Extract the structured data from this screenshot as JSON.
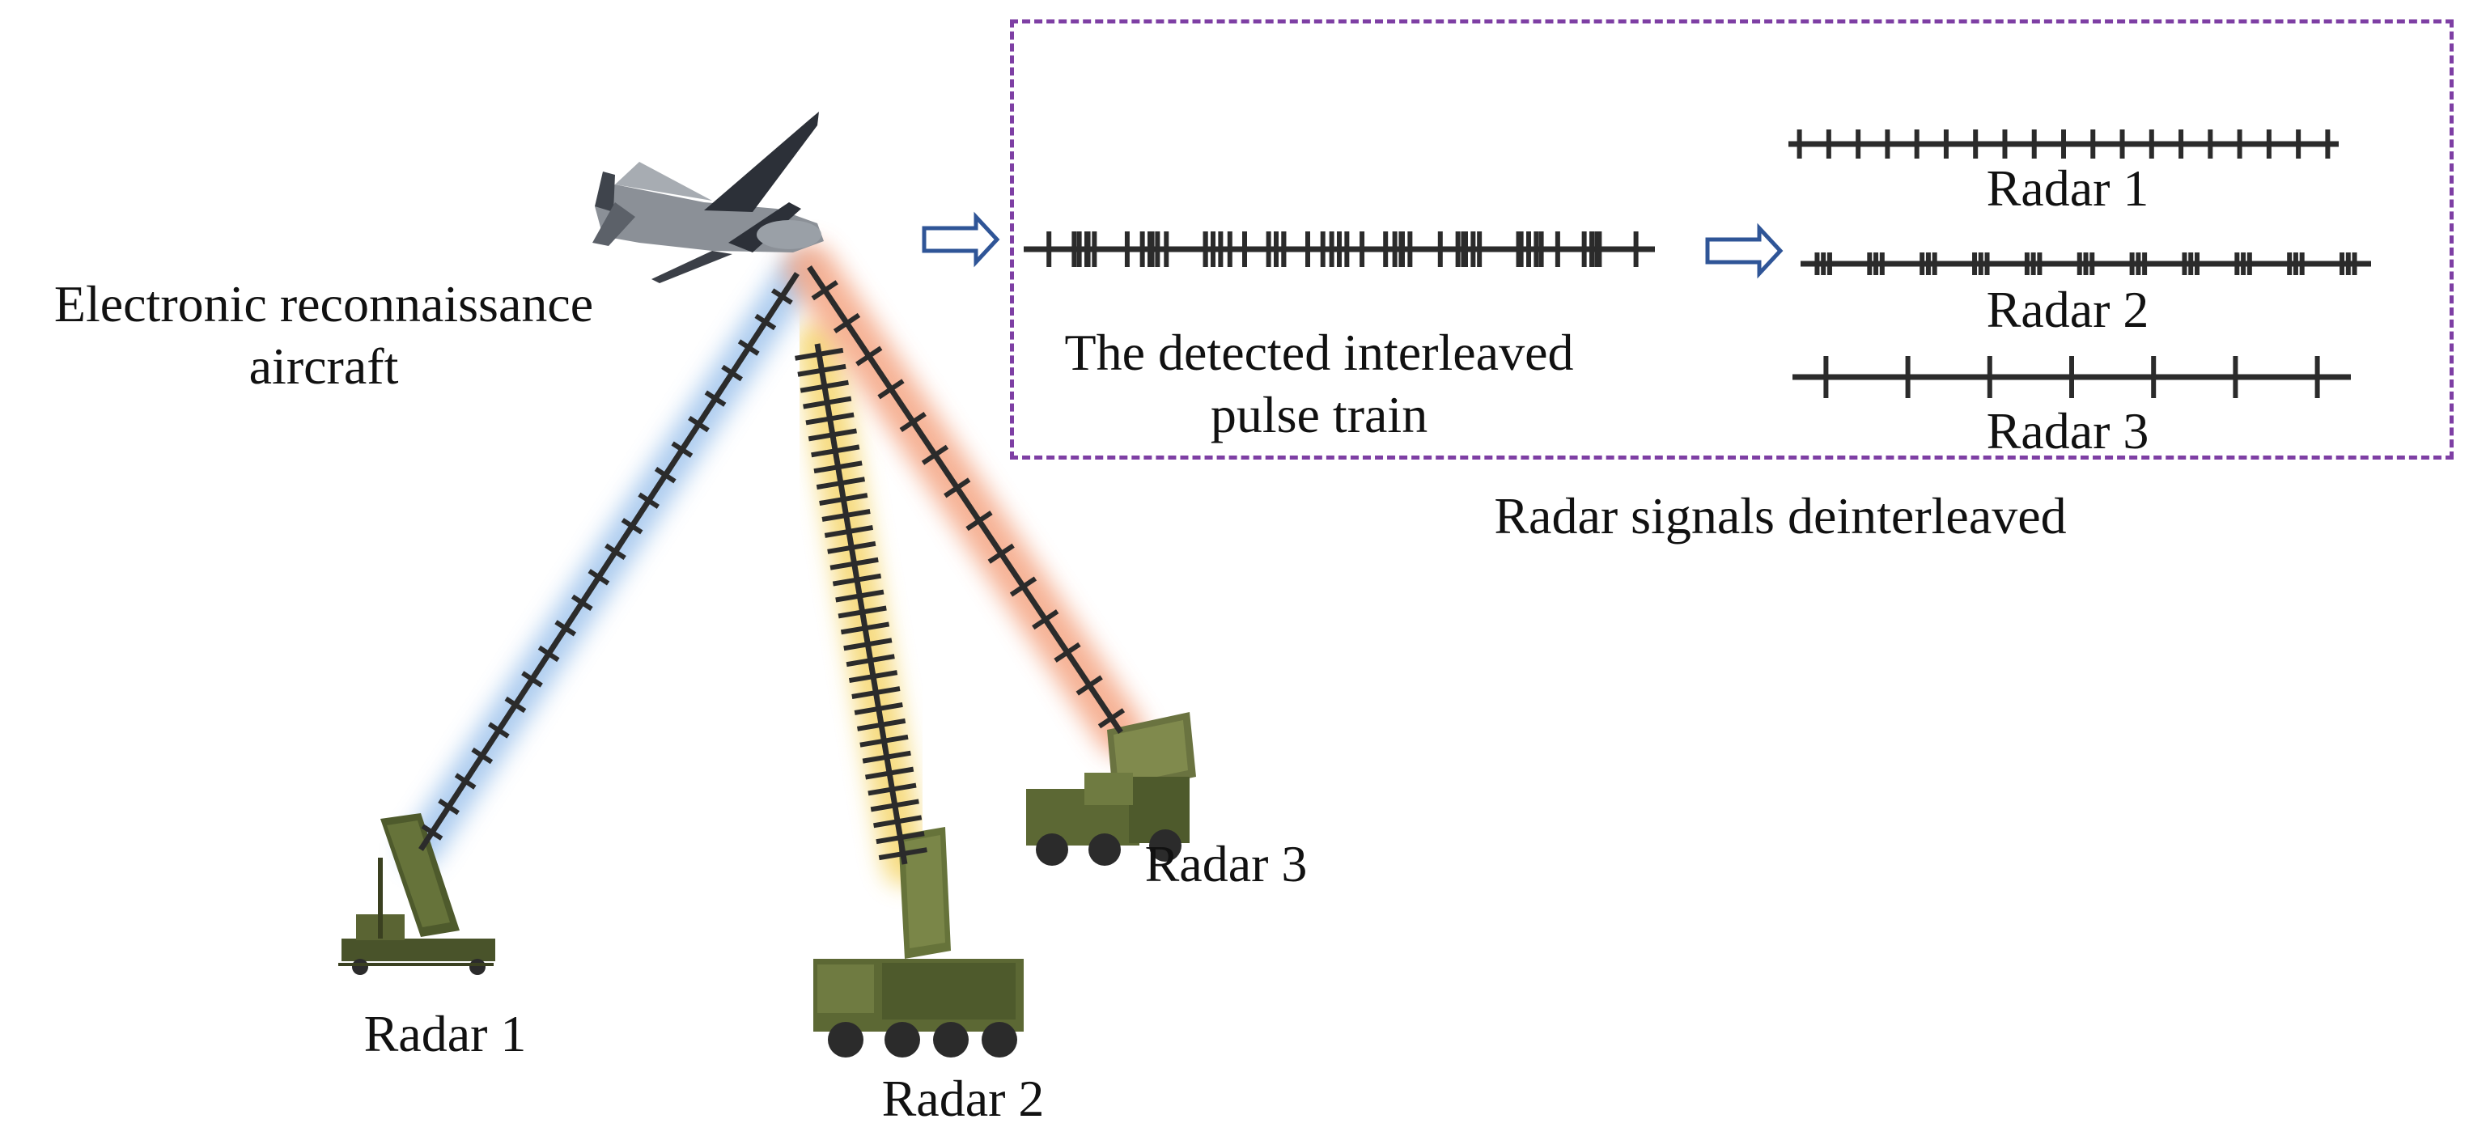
{
  "labels": {
    "aircraft": [
      "Electronic reconnaissance",
      "aircraft"
    ],
    "interleaved": [
      "The detected interleaved",
      "pulse train"
    ],
    "deinterleaved_caption": "Radar signals deinterleaved",
    "radar1": "Radar 1",
    "radar2": "Radar 2",
    "radar3": "Radar 3",
    "out_radar1": "Radar 1",
    "out_radar2": "Radar 2",
    "out_radar3": "Radar 3"
  },
  "colors": {
    "glow_blue": "#9ec3ec",
    "glow_yellow": "#f5d56a",
    "glow_orange": "#f4a583",
    "pulse_line": "#2b2b2b",
    "arrow": "#2f5597",
    "box_border": "#7e3fa4",
    "vehicle": "#4e5a2c"
  },
  "signals": {
    "radar1_pulses": 22,
    "radar2_pulses": 32,
    "radar3_pulses": 14,
    "out_radar1_pulses": 19,
    "out_radar2_groups": 11,
    "out_radar3_pulses": 7
  }
}
